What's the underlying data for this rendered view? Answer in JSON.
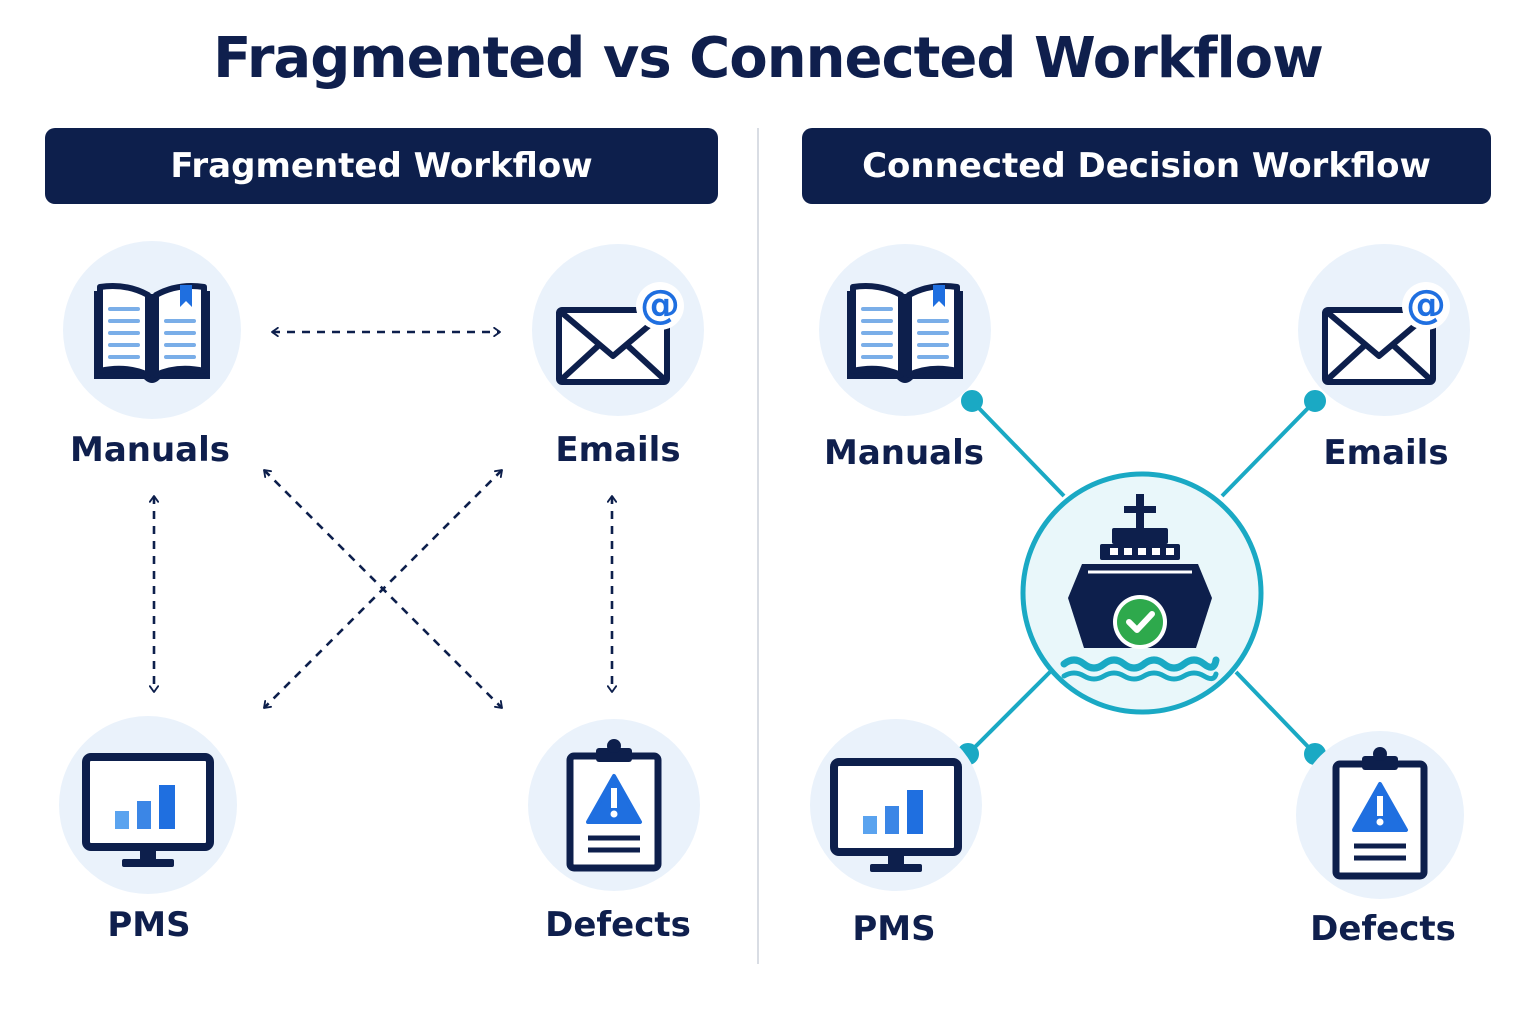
{
  "title": "Fragmented vs Connected Workflow",
  "left_panel": {
    "header": "Fragmented Workflow",
    "nodes": {
      "manuals": "Manuals",
      "emails": "Emails",
      "pms": "PMS",
      "defects": "Defects"
    }
  },
  "right_panel": {
    "header": "Connected Decision Workflow",
    "nodes": {
      "manuals": "Manuals",
      "emails": "Emails",
      "pms": "PMS",
      "defects": "Defects"
    },
    "hub_icon": "ship-check-icon"
  },
  "icons": [
    "book-icon",
    "email-at-icon",
    "monitor-chart-icon",
    "clipboard-warning-icon",
    "ship-icon",
    "checkmark-icon"
  ],
  "colors": {
    "navy": "#0d1f4c",
    "icon_circle_bg": "#eaf2fb",
    "accent_blue": "#1f6fe0",
    "teal": "#1aa9c4",
    "green_check": "#2ea94c",
    "divider": "#d9dde4"
  }
}
